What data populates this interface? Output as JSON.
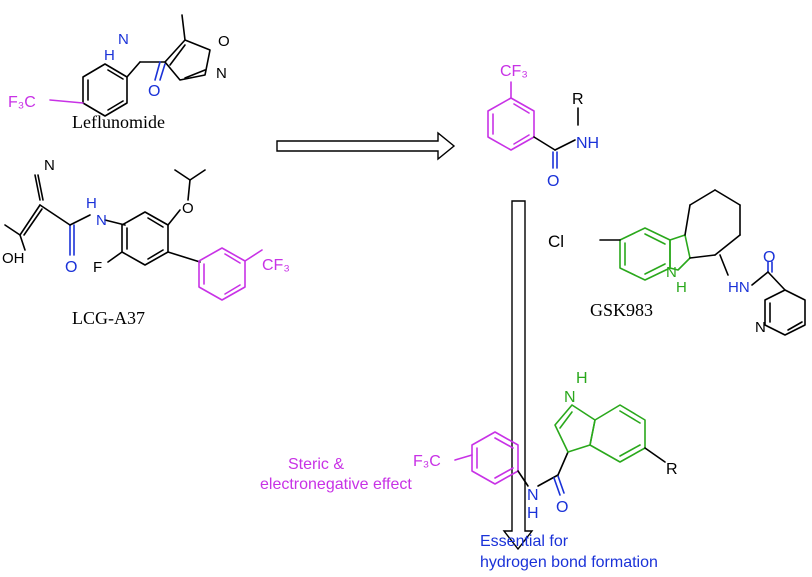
{
  "colors": {
    "trifluoromethyl": "#c832e6",
    "amide": "#1a32d8",
    "indole": "#2aa81c",
    "black": "#000000"
  },
  "leflunomide": {
    "name": "Leflunomide",
    "nh": "H",
    "n": "N",
    "o": "O",
    "ring_n": "N",
    "ring_o": "O",
    "cf3": "F₃C"
  },
  "lcg": {
    "name": "LCG-A37",
    "cn": "N",
    "oh": "OH",
    "nh": "H",
    "n": "N",
    "o": "O",
    "ether_o": "O",
    "f": "F",
    "cf3": "CF₃"
  },
  "pharmacophore": {
    "cf3": "CF₃",
    "r": "R",
    "nh": "NH",
    "o": "O"
  },
  "gsk": {
    "name": "GSK983",
    "cl": "Cl",
    "nh": "H",
    "n": "N",
    "amide_hn": "HN",
    "o": "O",
    "pyr_n": "N"
  },
  "final": {
    "nh_h": "H",
    "nh_n": "N",
    "cf3": "F₃C",
    "amide_n": "N",
    "amide_h": "H",
    "o": "O",
    "r": "R"
  },
  "annotations": {
    "steric_line1": "Steric &",
    "steric_line2": "electronegative effect",
    "essential_line1": "Essential for",
    "essential_line2": "hydrogen bond formation"
  }
}
